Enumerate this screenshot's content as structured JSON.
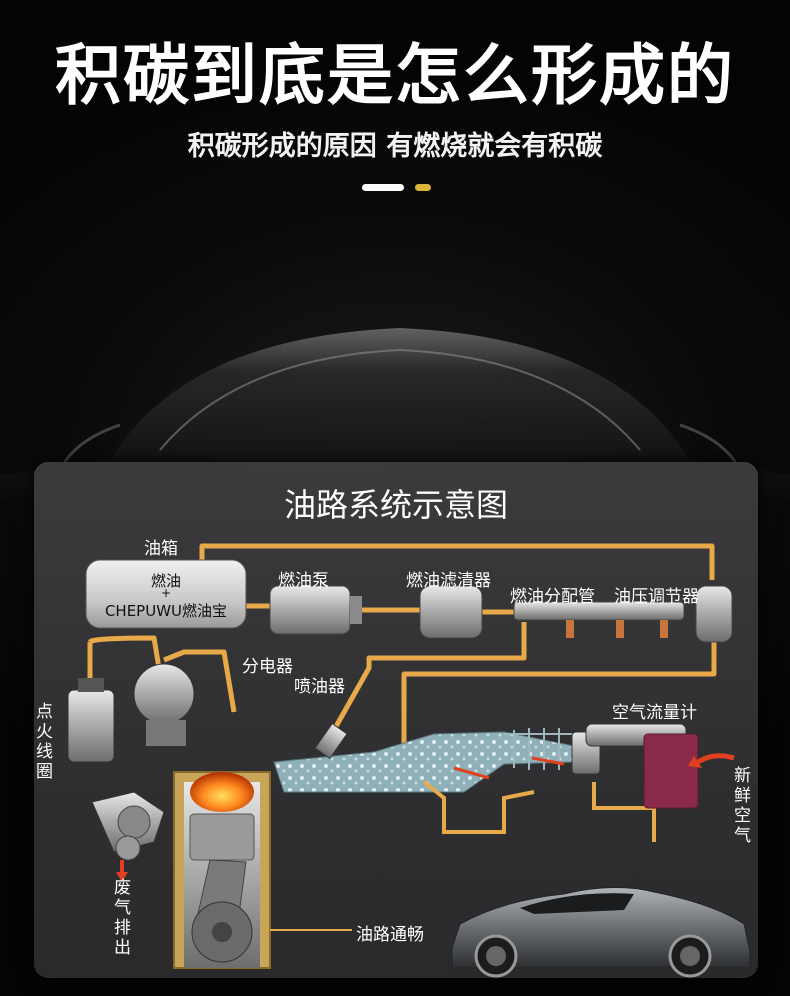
{
  "header": {
    "title": "积碳到底是怎么形成的",
    "subtitle": "积碳形成的原因 有燃烧就会有积碳"
  },
  "diagram": {
    "title": "油路系统示意图",
    "labels": {
      "fuel_tank": "油箱",
      "tank_line1": "燃油",
      "tank_plus": "+",
      "tank_line2": "CHEPUWU燃油宝",
      "fuel_pump": "燃油泵",
      "fuel_filter": "燃油滤清器",
      "fuel_rail": "燃油分配管",
      "pressure_regulator": "油压调节器",
      "distributor": "分电器",
      "injector": "喷油器",
      "ignition_coil": "点火线圈",
      "air_flow_meter": "空气流量计",
      "fresh_air": "新鲜空气",
      "exhaust": "废气排出",
      "smooth_fuel": "油路通畅"
    }
  },
  "colors": {
    "fuel_line": "#e8a94a",
    "accent_gold": "#d8b53a",
    "arrow_red": "#e04020",
    "panel": "#333335"
  }
}
